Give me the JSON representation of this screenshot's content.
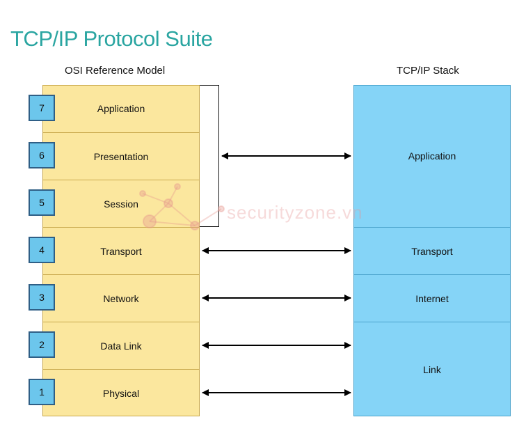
{
  "title": "TCP/IP Protocol Suite",
  "osi": {
    "header": "OSI Reference Model",
    "layers": [
      {
        "num": "7",
        "name": "Application"
      },
      {
        "num": "6",
        "name": "Presentation"
      },
      {
        "num": "5",
        "name": "Session"
      },
      {
        "num": "4",
        "name": "Transport"
      },
      {
        "num": "3",
        "name": "Network"
      },
      {
        "num": "2",
        "name": "Data Link"
      },
      {
        "num": "1",
        "name": "Physical"
      }
    ]
  },
  "tcp": {
    "header": "TCP/IP Stack",
    "layers": [
      {
        "name": "Application"
      },
      {
        "name": "Transport"
      },
      {
        "name": "Internet"
      },
      {
        "name": "Link"
      }
    ]
  },
  "watermark": "securityzone.vn",
  "colors": {
    "title": "#2aa5a1",
    "osi_fill": "#fbe79e",
    "tcp_fill": "#85d4f7",
    "number_box": "#6cc6ec"
  }
}
